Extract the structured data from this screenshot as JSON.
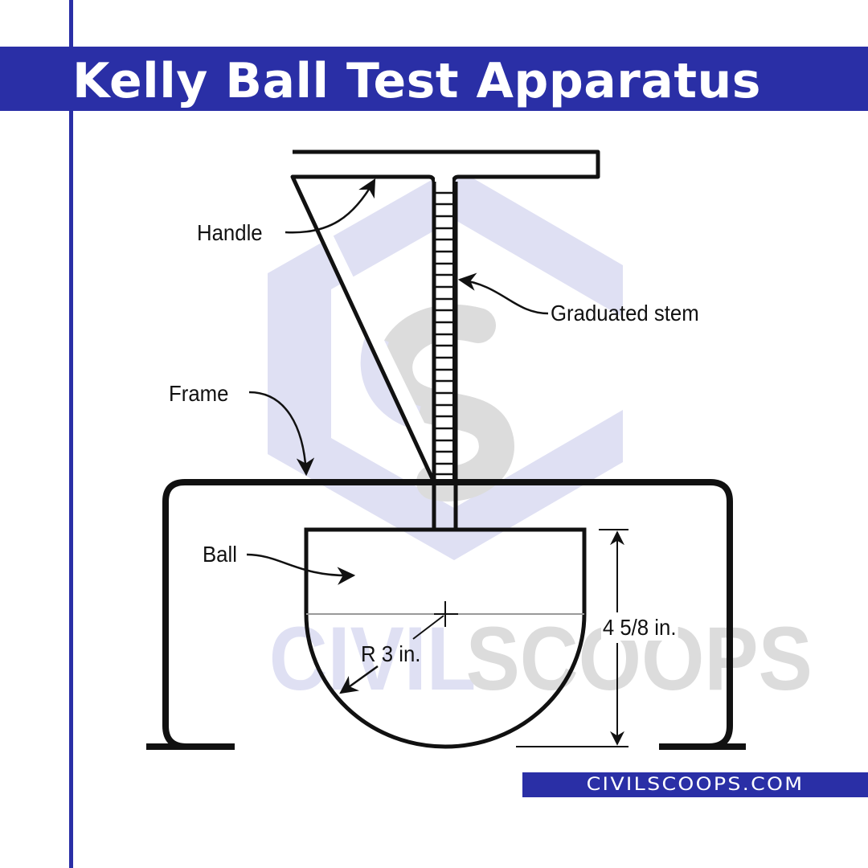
{
  "header": {
    "title": "Kelly Ball Test Apparatus"
  },
  "diagram": {
    "labels": {
      "handle": "Handle",
      "graduated_stem": "Graduated stem",
      "frame": "Frame",
      "ball": "Ball",
      "radius": "R 3 in.",
      "height_dimension": "4 5/8 in."
    },
    "watermark": {
      "text": "CIVILSCOOPS",
      "logo_icon": "civilscoops-hexagon-s-logo"
    }
  },
  "footer": {
    "site": "CIVILSCOOPS.COM"
  },
  "colors": {
    "brand_blue": "#2a2fa6",
    "watermark_blue": "#dfe0f3",
    "watermark_gray": "#dcdcdc",
    "line": "#111111"
  }
}
